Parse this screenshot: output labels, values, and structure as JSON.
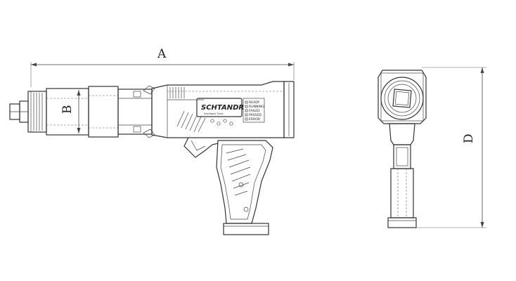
{
  "dimensions": {
    "a": "A",
    "b": "B",
    "d": "D"
  },
  "tool": {
    "brand": "SCHTANDR",
    "subtitle": "Intelligent Tools",
    "status_lights": [
      "READY",
      "RUNNING",
      "FAILED",
      "PASSED",
      "ERROR"
    ]
  }
}
